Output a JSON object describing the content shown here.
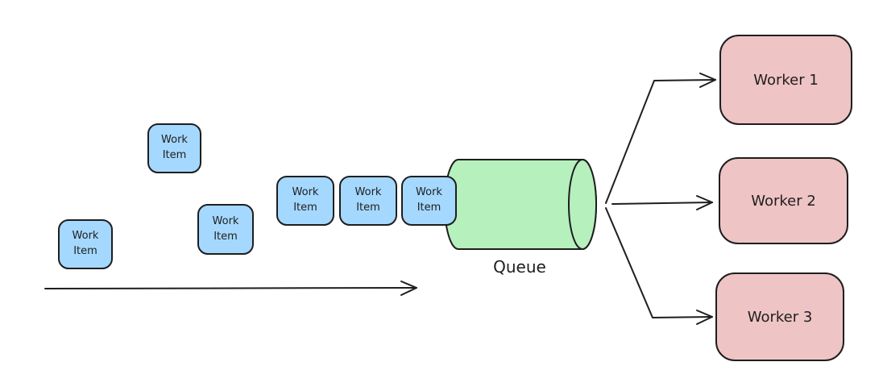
{
  "diagram": {
    "type": "work-queue-flow",
    "background": "#ffffff",
    "colors": {
      "background": "#ffffff",
      "stroke": "#1e1e1e",
      "work_item_fill": "#a5d8ff",
      "queue_fill": "#b6f0bd",
      "worker_fill": "#efc4c5"
    },
    "work_items": [
      {
        "label": "Work\nItem"
      },
      {
        "label": "Work\nItem"
      },
      {
        "label": "Work\nItem"
      },
      {
        "label": "Work\nItem"
      },
      {
        "label": "Work\nItem"
      },
      {
        "label": "Work\nItem"
      }
    ],
    "queue": {
      "label": "Queue",
      "shape": "cylinder"
    },
    "workers": [
      {
        "label": "Worker 1"
      },
      {
        "label": "Worker 2"
      },
      {
        "label": "Worker 3"
      }
    ],
    "arrows": [
      {
        "name": "incoming-flow-arrow",
        "from": "work-items",
        "to": "queue"
      },
      {
        "name": "queue-to-worker-1-arrow",
        "from": "queue",
        "to": "Worker 1"
      },
      {
        "name": "queue-to-worker-2-arrow",
        "from": "queue",
        "to": "Worker 2"
      },
      {
        "name": "queue-to-worker-3-arrow",
        "from": "queue",
        "to": "Worker 3"
      }
    ]
  }
}
